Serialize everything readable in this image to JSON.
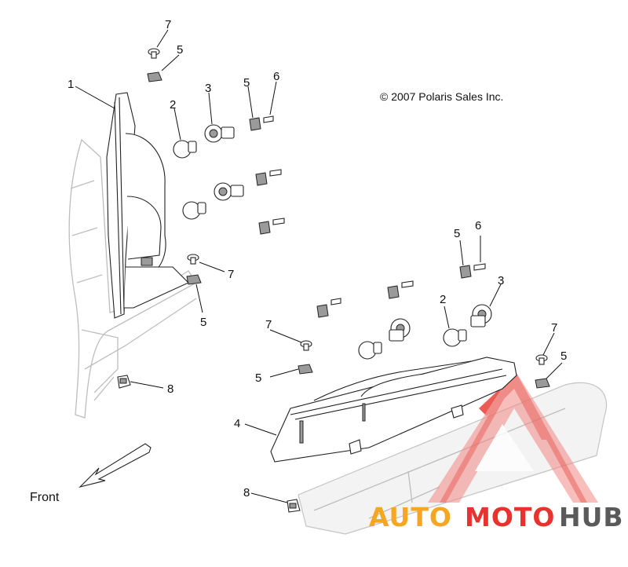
{
  "copyright": "© 2007 Polaris Sales Inc.",
  "front_label": "Front",
  "callouts": [
    {
      "id": "c1",
      "num": "1"
    },
    {
      "id": "c2a",
      "num": "2"
    },
    {
      "id": "c3a",
      "num": "3"
    },
    {
      "id": "c5a",
      "num": "5"
    },
    {
      "id": "c5b",
      "num": "5"
    },
    {
      "id": "c6a",
      "num": "6"
    },
    {
      "id": "c7a",
      "num": "7"
    },
    {
      "id": "c7b",
      "num": "7"
    },
    {
      "id": "c5c",
      "num": "5"
    },
    {
      "id": "c8a",
      "num": "8"
    },
    {
      "id": "c5d",
      "num": "5"
    },
    {
      "id": "c6b",
      "num": "6"
    },
    {
      "id": "c3b",
      "num": "3"
    },
    {
      "id": "c2b",
      "num": "2"
    },
    {
      "id": "c7c",
      "num": "7"
    },
    {
      "id": "c5e",
      "num": "5"
    },
    {
      "id": "c7d",
      "num": "7"
    },
    {
      "id": "c5f",
      "num": "5"
    },
    {
      "id": "c4",
      "num": "4"
    },
    {
      "id": "c8b",
      "num": "8"
    }
  ],
  "watermark": {
    "auto": "AUTO",
    "moto": "MOTO",
    "hub": "HUB",
    "color_red": "#e8322d",
    "color_yellow": "#f5a623",
    "color_gray": "#5a5a5a"
  }
}
